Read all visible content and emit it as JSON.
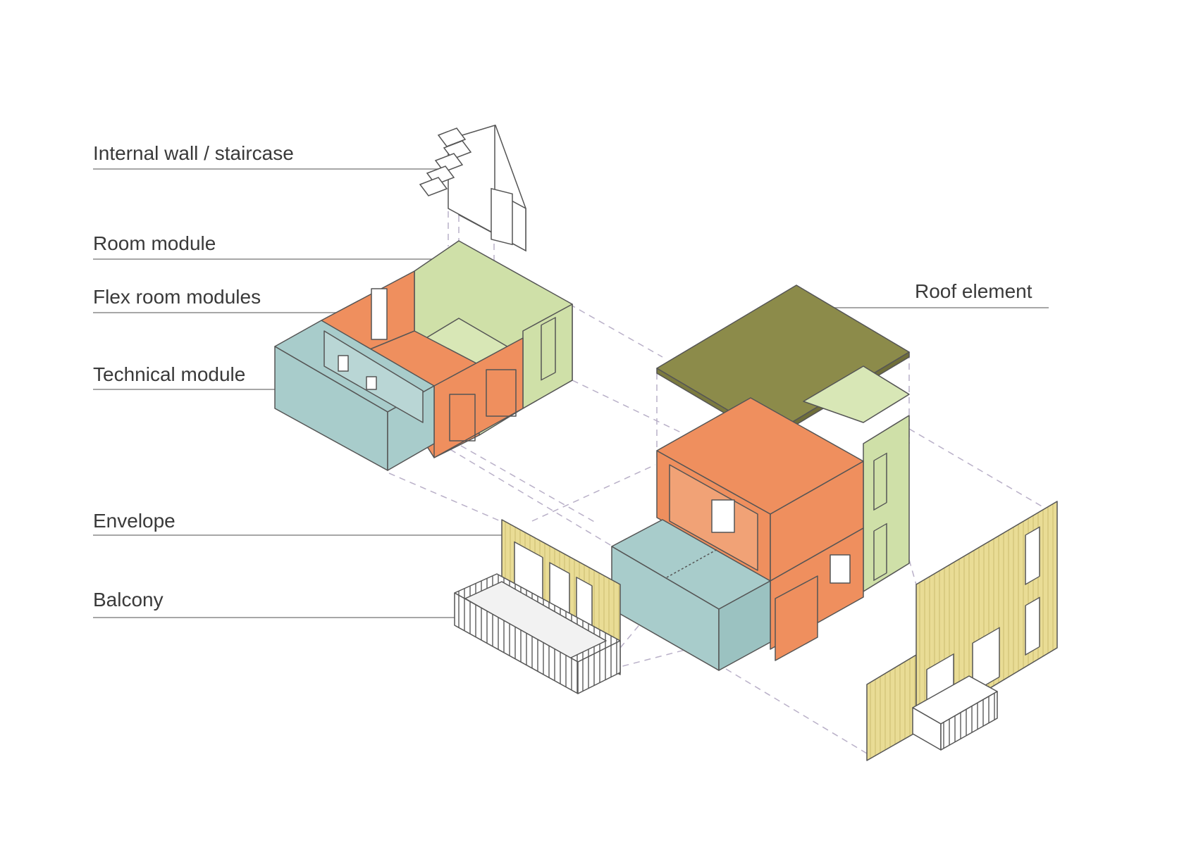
{
  "labels": {
    "internal_wall": "Internal wall / staircase",
    "room_module": "Room module",
    "flex_room": "Flex room modules",
    "technical_module": "Technical module",
    "roof_element": "Roof element",
    "envelope": "Envelope",
    "balcony": "Balcony"
  },
  "colors": {
    "room_module": "#cfe0a8",
    "flex_room": "#ef8f5e",
    "technical_module": "#a8cccb",
    "roof_element": "#8c8b4a",
    "envelope": "#e9dc95",
    "line": "#555555",
    "dashed": "#b9b0c8",
    "label_line": "#8a8a8a"
  }
}
